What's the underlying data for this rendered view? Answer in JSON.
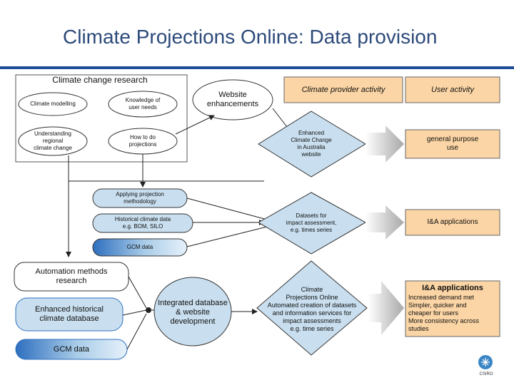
{
  "title": "Climate Projections Online: Data provision",
  "research": {
    "heading": "Climate change research",
    "climate_modelling": "Climate modelling",
    "knowledge_user_needs": "Knowledge of\nuser needs",
    "understanding_regional": "Understanding\nregional\nclimate change",
    "how_to_projections": "How to do\nprojections"
  },
  "website_enhancements": "Website\nenhancements",
  "applying_methodology": "Applying projection\nmethodology",
  "historical_data": "Historical climate data\ne.g. BOM, SILO",
  "gcm_data_mid": "GCM data",
  "automation_research": "Automation methods\nresearch",
  "enhanced_historical": "Enhanced historical\nclimate database",
  "gcm_data_bottom": "GCM data",
  "integrated_database": "Integrated database\n& website\ndevelopment",
  "header_provider": "Climate provider activity",
  "header_user": "User activity",
  "provider": {
    "enhanced_website": "Enhanced\nClimate Change\nin Australia\nwebsite",
    "datasets": "Datasets for\nimpact assessment,\ne.g. times series",
    "cpo": "Climate\nProjections Online\nAutomated creation of datasets\nand information services for\nimpact assessments\ne.g. time series"
  },
  "user": {
    "general": "general purpose\nuse",
    "ia": "I&A applications",
    "ia_bold": "I&A applications",
    "ia_bullets": "Increased demand met\nSimpler, quicker and\ncheaper for users\nMore consistency across\nstudies"
  },
  "logo_text": "CSIRO",
  "colors": {
    "title": "#2c4a7a",
    "rule": "#1f4f99",
    "header_fill": "#fbd5a5",
    "user_fill": "#fbd5a5",
    "pill_fill": "#c9dfef",
    "blue_button": "#3a78c4",
    "arrow_grey": "#c8c8c8"
  }
}
